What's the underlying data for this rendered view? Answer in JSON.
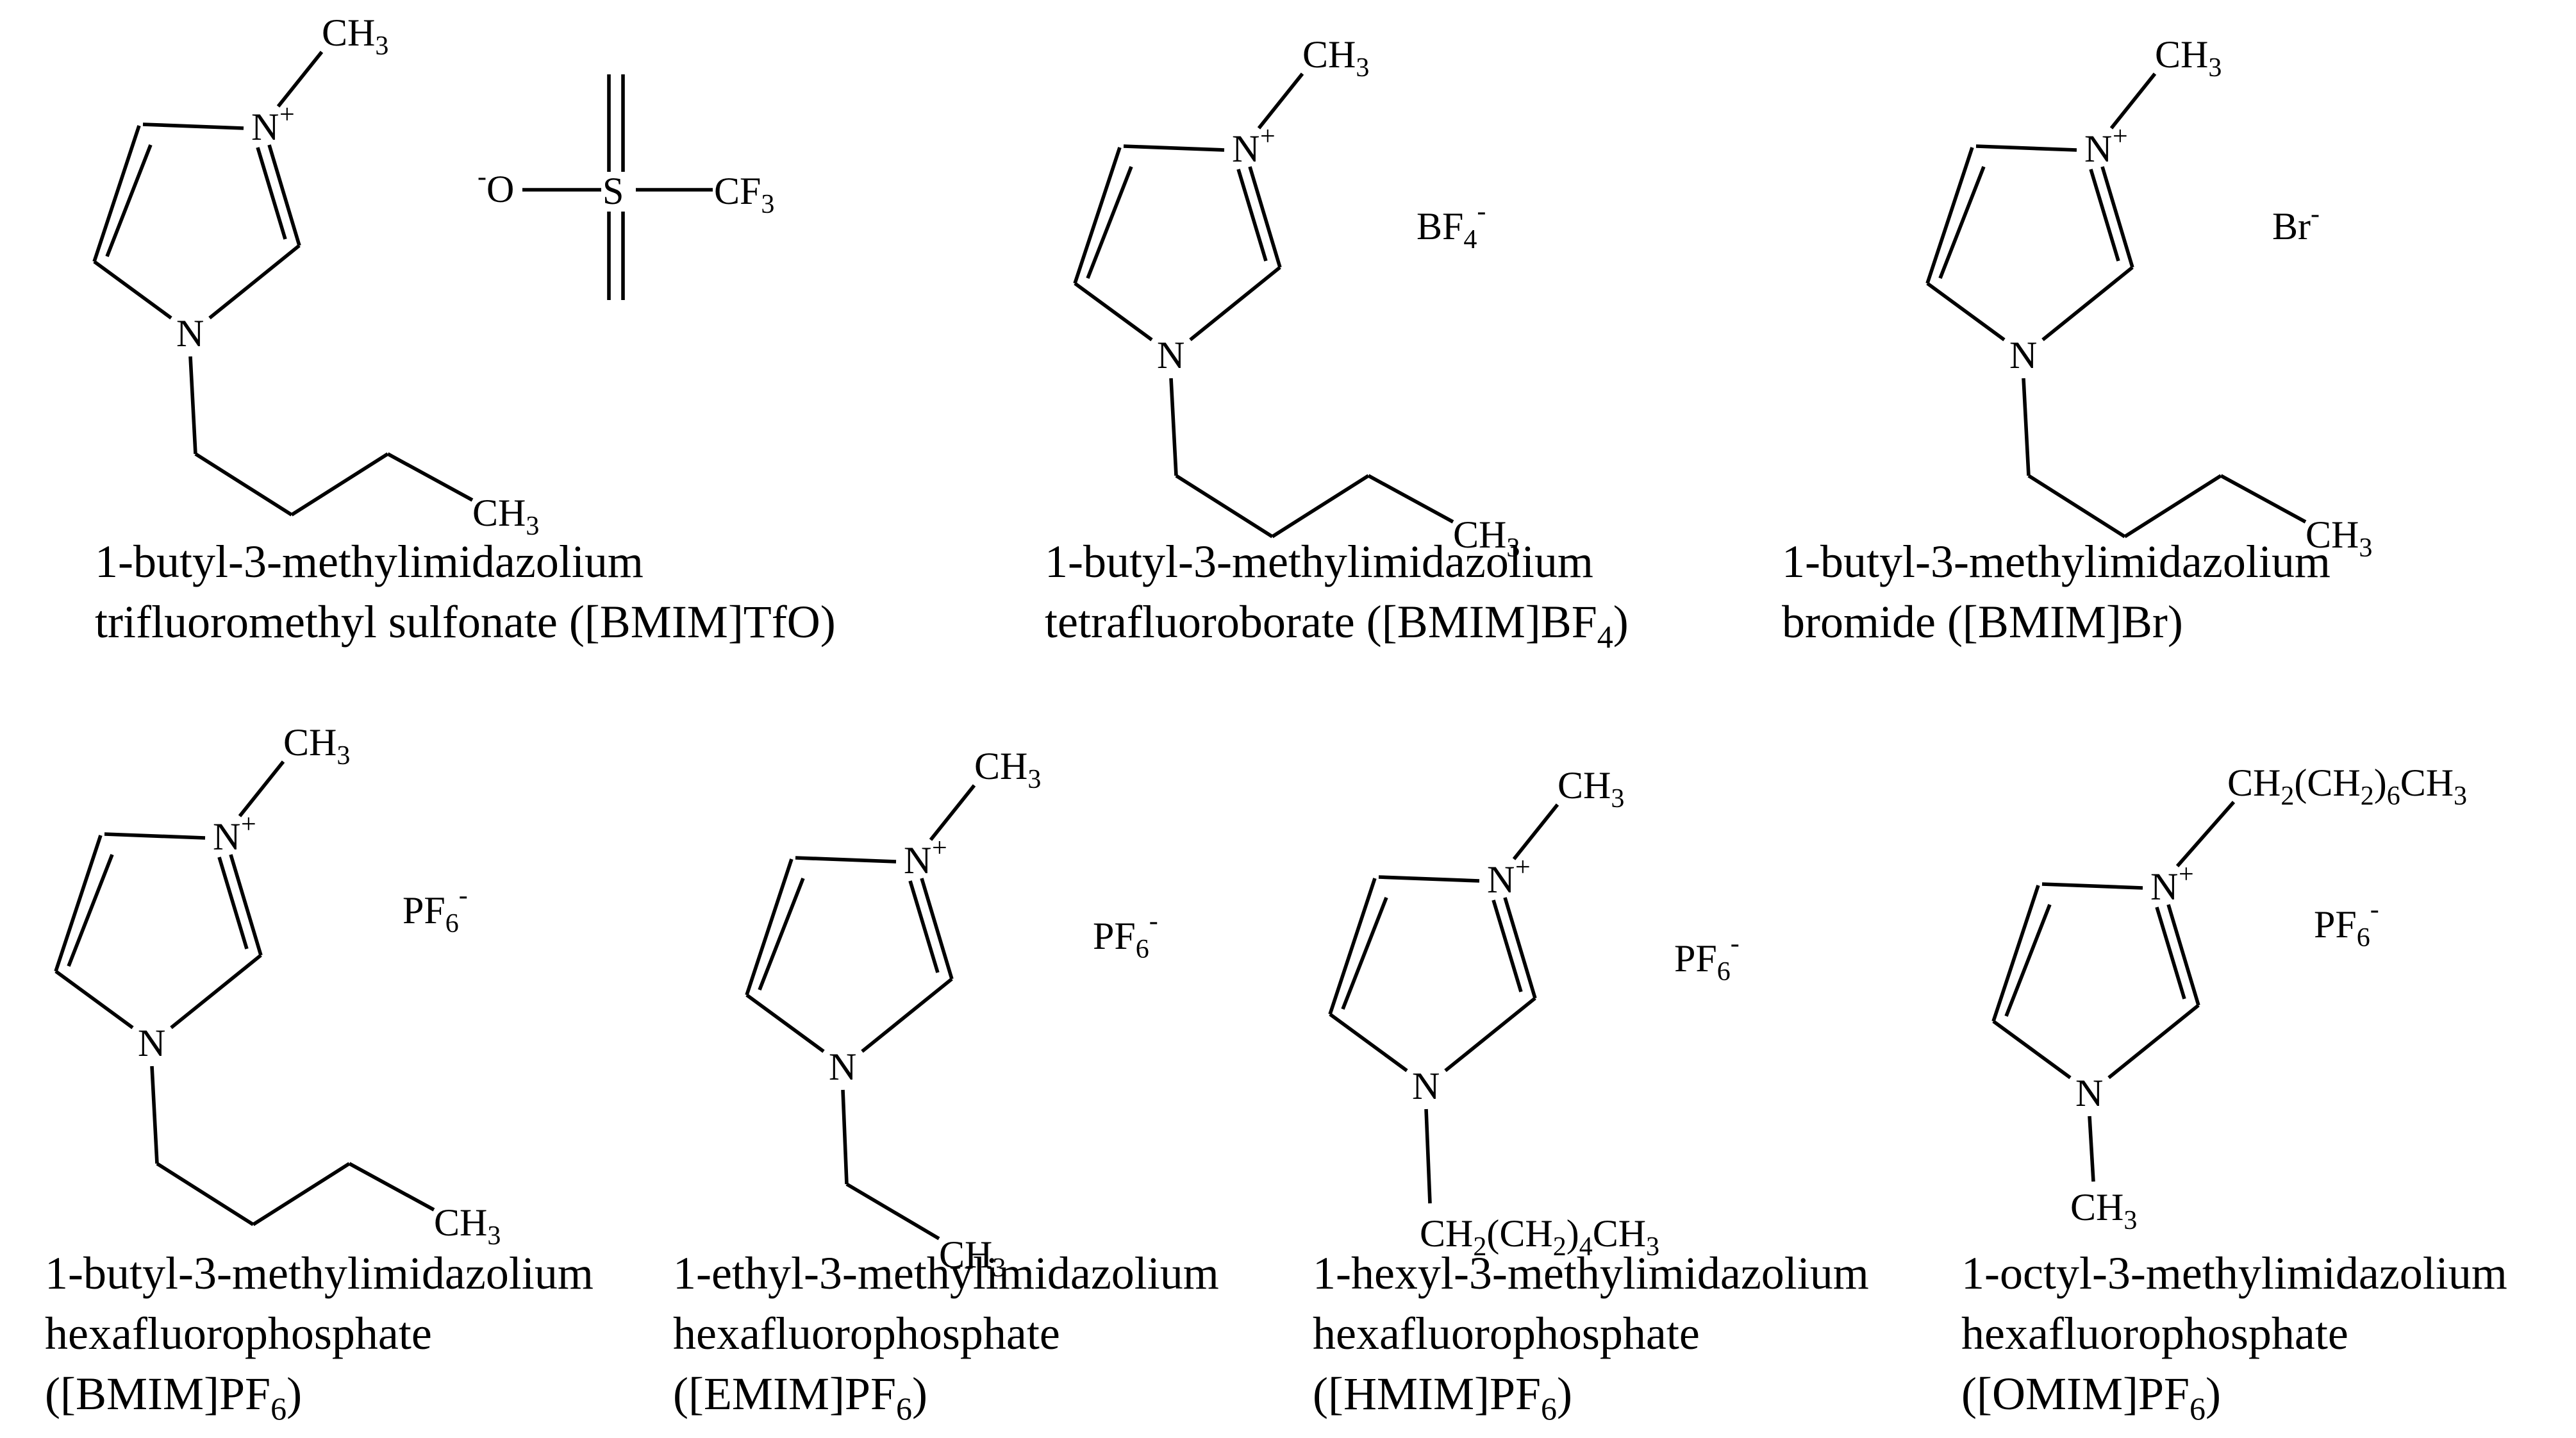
{
  "atoms": {
    "n": "N",
    "n_plus": "+",
    "methyl": "CH",
    "three": "3",
    "o_minus": "-",
    "o": "O",
    "s": "S",
    "cf": "CF",
    "bf": "BF",
    "four": "4",
    "br": "Br",
    "pf": "PF",
    "six": "6",
    "minus": "-",
    "ch2": "CH",
    "two": "2",
    "ch2_paren": "(CH",
    "paren_close": ")"
  },
  "compounds": [
    {
      "id": "bmim-tfo",
      "caption_line1": "1-butyl-3-methylimidazolium",
      "caption_line2": "trifluoromethyl sulfonate ([BMIM]TfO)"
    },
    {
      "id": "bmim-bf4",
      "caption_line1": "1-butyl-3-methylimidazolium",
      "caption_line2_prefix": "tetrafluoroborate ([BMIM]BF",
      "caption_line2_sub": "4",
      "caption_line2_suffix": ")"
    },
    {
      "id": "bmim-br",
      "caption_line1": "1-butyl-3-methylimidazolium",
      "caption_line2": "bromide ([BMIM]Br)"
    },
    {
      "id": "bmim-pf6",
      "caption_line1": "1-butyl-3-methylimidazolium",
      "caption_line2": "hexafluorophosphate",
      "caption_line3_prefix": "([BMIM]PF",
      "caption_line3_sub": "6",
      "caption_line3_suffix": ")"
    },
    {
      "id": "emim-pf6",
      "caption_line1": "1-ethyl-3-methylimidazolium",
      "caption_line2": "hexafluorophosphate",
      "caption_line3_prefix": "([EMIM]PF",
      "caption_line3_sub": "6",
      "caption_line3_suffix": ")"
    },
    {
      "id": "hmim-pf6",
      "caption_line1": "1-hexyl-3-methylimidazolium",
      "caption_line2": "hexafluorophosphate",
      "caption_line3_prefix": "([HMIM]PF",
      "caption_line3_sub": "6",
      "caption_line3_suffix": ")",
      "chain_count": "4"
    },
    {
      "id": "omim-pf6",
      "caption_line1": "1-octyl-3-methylimidazolium",
      "caption_line2": "hexafluorophosphate",
      "caption_line3_prefix": "([OMIM]PF",
      "caption_line3_sub": "6",
      "caption_line3_suffix": ")",
      "chain_count": "6"
    }
  ]
}
